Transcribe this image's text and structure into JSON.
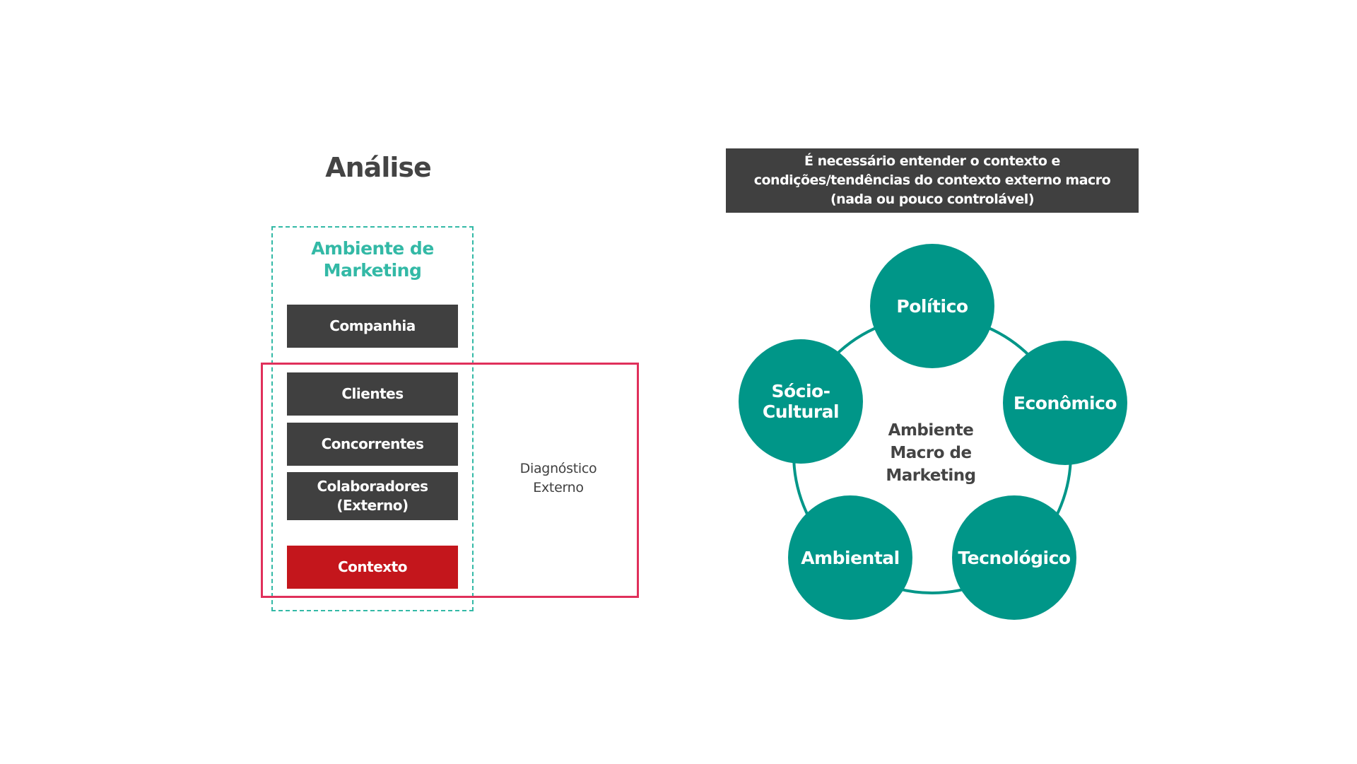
{
  "left_panel": {
    "title": "Análise",
    "ambiente_title": "Ambiente de Marketing",
    "items": {
      "companhia": "Companhia",
      "clientes": "Clientes",
      "concorrentes": "Concorrentes",
      "colaboradores": "Colaboradores (Externo)",
      "contexto": "Contexto"
    },
    "diagnostico_label": "Diagnóstico Externo"
  },
  "right_panel": {
    "note": "É necessário entender o contexto e condições/tendências do contexto externo macro (nada ou pouco controlável)",
    "center_label": "Ambiente Macro de Marketing",
    "factors": {
      "politico": "Político",
      "economico": "Econômico",
      "tecnologico": "Tecnológico",
      "ambiental": "Ambiental",
      "socio_cultural": "Sócio-Cultural"
    }
  },
  "colors": {
    "teal": "#009688",
    "teal_light": "#33b9a6",
    "dark_gray": "#404040",
    "red": "#c4161c",
    "pink": "#e0305b"
  }
}
